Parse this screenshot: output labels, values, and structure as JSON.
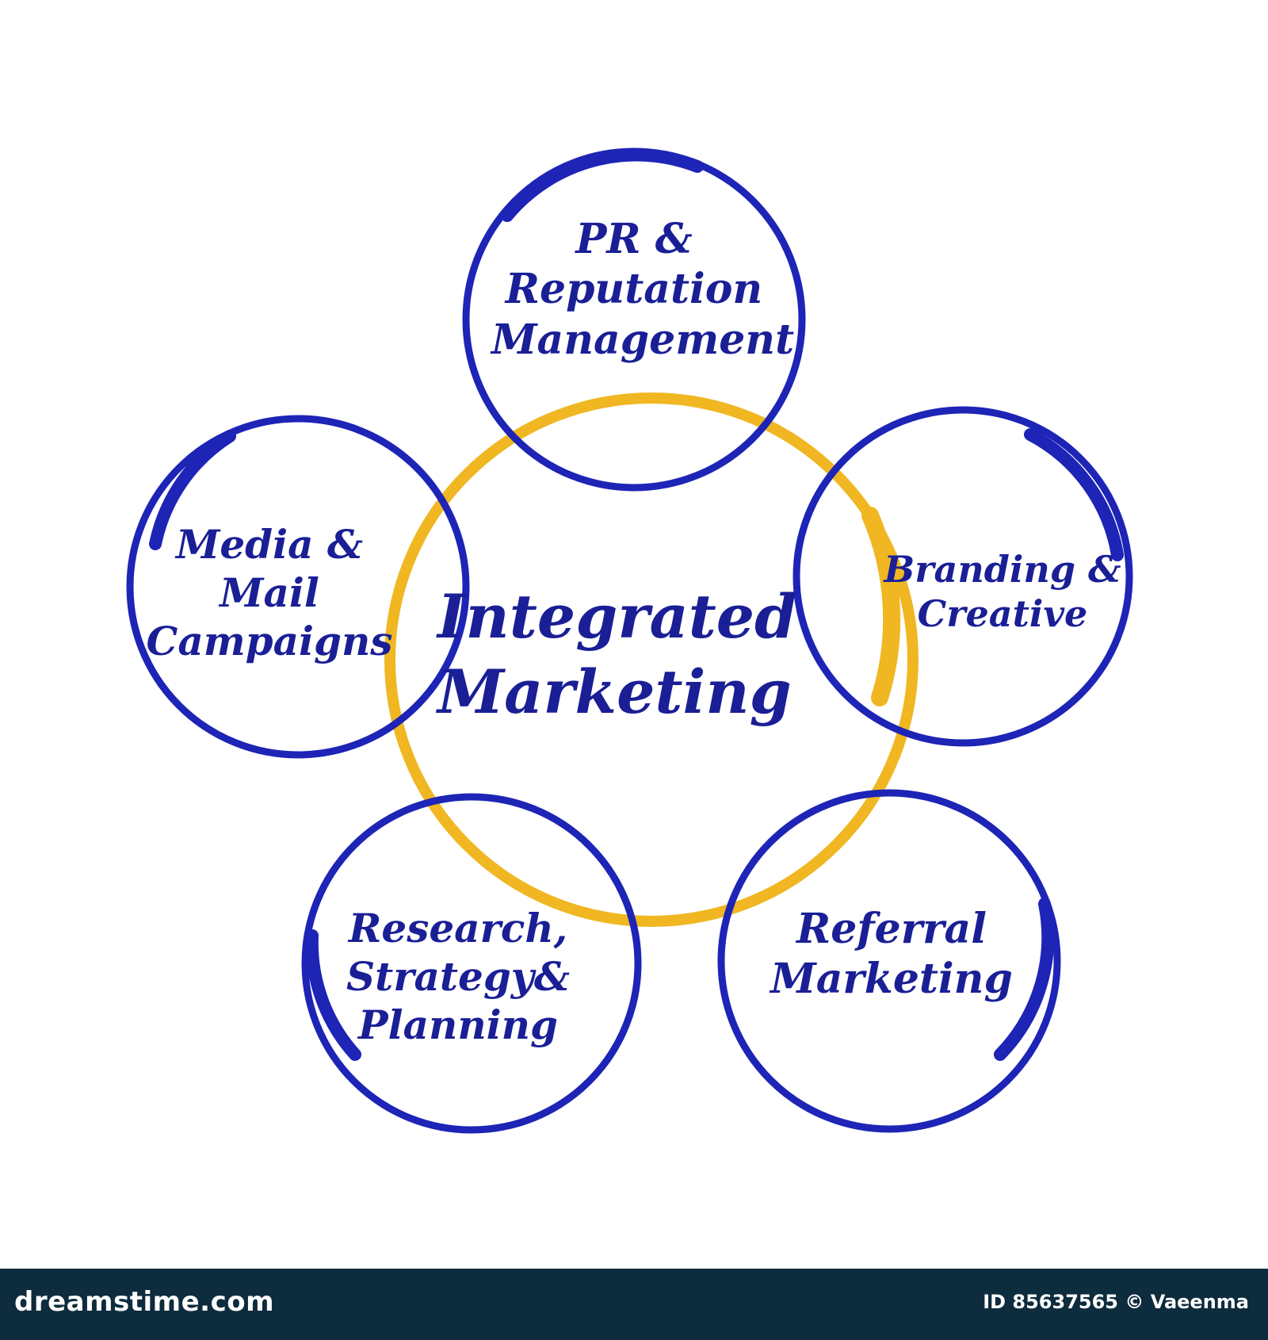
{
  "colors": {
    "node_ring": "#1d24b6",
    "node_text": "#1a1f96",
    "center_ring": "#f0b722",
    "center_text": "#1a1f96",
    "footer_bg": "#0d2c3d"
  },
  "diagram": {
    "center": {
      "line1": "Integrated",
      "line2": "Marketing"
    },
    "nodes": [
      {
        "id": "pr",
        "lines": [
          "PR &",
          "Reputation",
          "Management"
        ]
      },
      {
        "id": "branding",
        "lines": [
          "Branding &",
          "Creative"
        ]
      },
      {
        "id": "referral",
        "lines": [
          "Referral",
          "Marketing"
        ]
      },
      {
        "id": "research",
        "lines": [
          "Research,",
          "Strategy&",
          "Planning"
        ]
      },
      {
        "id": "media",
        "lines": [
          "Media &",
          "Mail",
          "Campaigns"
        ]
      }
    ]
  },
  "watermark": {
    "brand": "dreamstime.com",
    "credit": "ID 85637565 © Vaeenma"
  }
}
